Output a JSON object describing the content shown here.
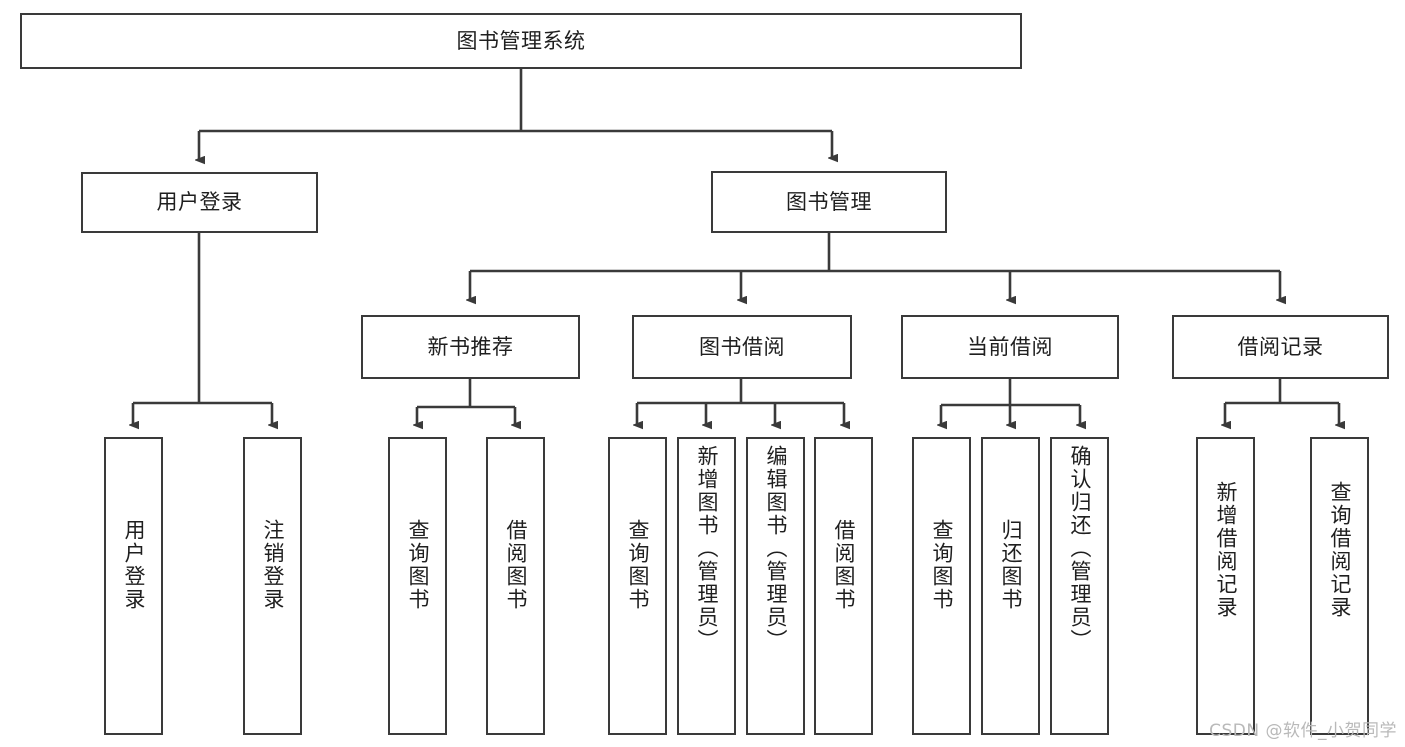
{
  "diagram": {
    "title": "图书管理系统",
    "type": "tree",
    "watermark": "CSDN @软件_小贺同学",
    "colors": {
      "background": "#ffffff",
      "node_fill": "#ffffff",
      "node_border": "#3a3a3a",
      "edge": "#3a3a3a",
      "text": "#1f1f1f",
      "watermark": "#b9b9b9"
    },
    "root": {
      "label": "图书管理系统"
    },
    "level1": [
      {
        "label": "用户登录"
      },
      {
        "label": "图书管理"
      }
    ],
    "level2": [
      {
        "label": "新书推荐"
      },
      {
        "label": "图书借阅"
      },
      {
        "label": "当前借阅"
      },
      {
        "label": "借阅记录"
      }
    ],
    "leaves": {
      "user_login": [
        {
          "label": "用户登录"
        },
        {
          "label": "注销登录"
        }
      ],
      "new_book_recommend": [
        {
          "label": "查询图书"
        },
        {
          "label": "借阅图书"
        }
      ],
      "book_borrow": [
        {
          "label": "查询图书"
        },
        {
          "label": "新增图书（管理员）"
        },
        {
          "label": "编辑图书（管理员）"
        },
        {
          "label": "借阅图书"
        }
      ],
      "current_borrow": [
        {
          "label": "查询图书"
        },
        {
          "label": "归还图书"
        },
        {
          "label": "确认归还（管理员）"
        }
      ],
      "borrow_record": [
        {
          "label": "新增借阅记录"
        },
        {
          "label": "查询借阅记录"
        }
      ]
    }
  }
}
